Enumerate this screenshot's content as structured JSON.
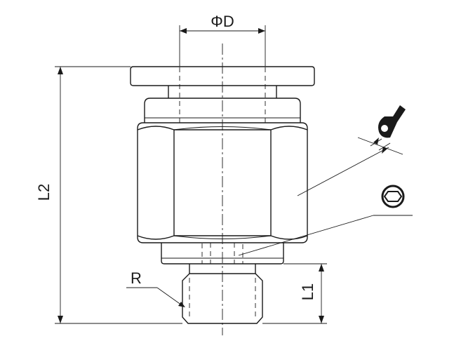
{
  "labels": {
    "diameter": "ΦD",
    "overall_length": "L2",
    "thread_length": "L1",
    "thread": "R"
  },
  "colors": {
    "line": "#1a1a1a",
    "background": "#ffffff"
  },
  "icons": [
    "wrench-icon",
    "hex-socket-icon"
  ]
}
